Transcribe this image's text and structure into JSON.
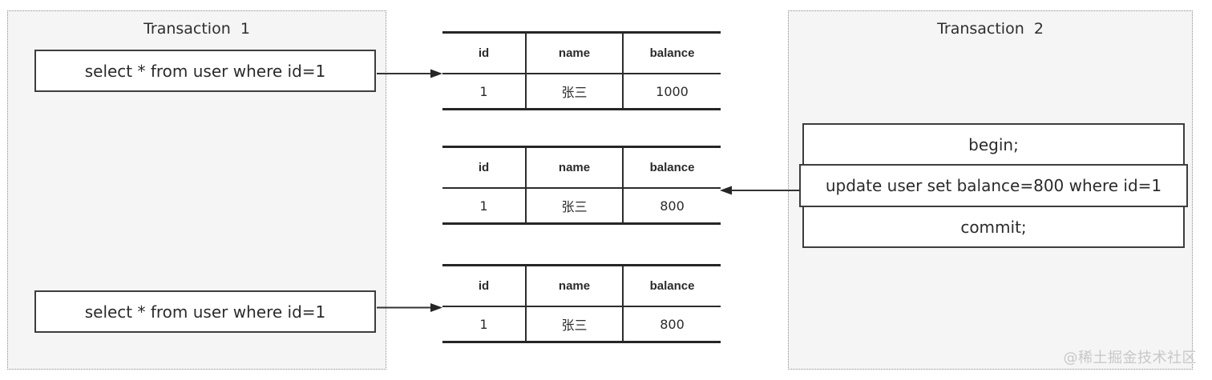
{
  "panels": {
    "transaction1": {
      "title": "Transaction  1",
      "queries": [
        "select * from user where id=1",
        "select * from user where id=1"
      ]
    },
    "transaction2": {
      "title": "Transaction  2",
      "statements": [
        "begin;",
        "update user set balance=800 where id=1",
        "commit;"
      ]
    }
  },
  "tables": [
    {
      "columns": [
        "id",
        "name",
        "balance"
      ],
      "rows": [
        [
          "1",
          "张三",
          "1000"
        ]
      ]
    },
    {
      "columns": [
        "id",
        "name",
        "balance"
      ],
      "rows": [
        [
          "1",
          "张三",
          "800"
        ]
      ]
    },
    {
      "columns": [
        "id",
        "name",
        "balance"
      ],
      "rows": [
        [
          "1",
          "张三",
          "800"
        ]
      ]
    }
  ],
  "watermark": "@稀土掘金技术社区",
  "colors": {
    "line": "#2c2c2c",
    "panel_bg": "#f5f5f6",
    "text": "#2b2b2b",
    "watermark": "#c8c8c8"
  }
}
